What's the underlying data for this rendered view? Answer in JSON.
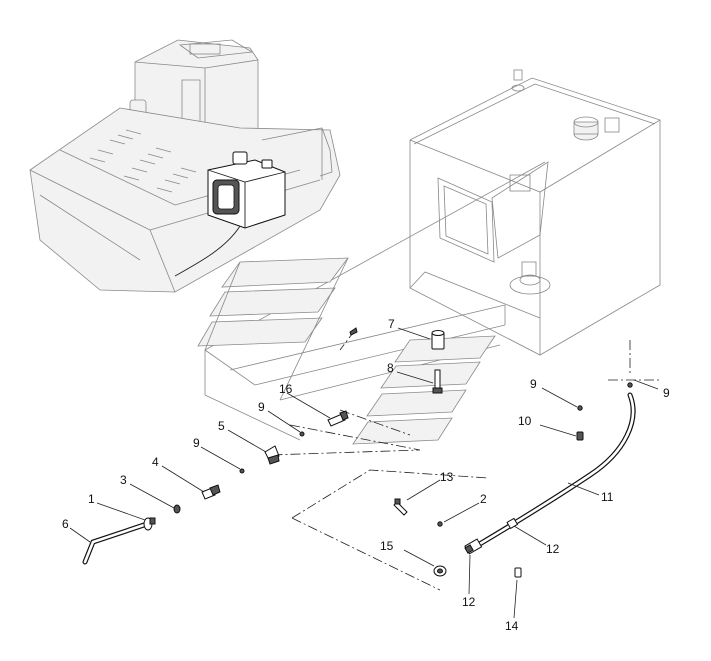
{
  "callouts": [
    {
      "id": "1",
      "label": "1"
    },
    {
      "id": "2",
      "label": "2"
    },
    {
      "id": "3",
      "label": "3"
    },
    {
      "id": "4",
      "label": "4"
    },
    {
      "id": "5",
      "label": "5"
    },
    {
      "id": "6",
      "label": "6"
    },
    {
      "id": "7",
      "label": "7"
    },
    {
      "id": "8",
      "label": "8"
    },
    {
      "id": "9a",
      "label": "9"
    },
    {
      "id": "9b",
      "label": "9"
    },
    {
      "id": "9c",
      "label": "9"
    },
    {
      "id": "9d",
      "label": "9"
    },
    {
      "id": "10",
      "label": "10"
    },
    {
      "id": "11",
      "label": "11"
    },
    {
      "id": "12a",
      "label": "12"
    },
    {
      "id": "12b",
      "label": "12"
    },
    {
      "id": "13",
      "label": "13"
    },
    {
      "id": "14",
      "label": "14"
    },
    {
      "id": "15",
      "label": "15"
    },
    {
      "id": "16",
      "label": "16"
    }
  ],
  "colors": {
    "line": "#222222",
    "ghost": "#888888",
    "background": "#ffffff"
  }
}
